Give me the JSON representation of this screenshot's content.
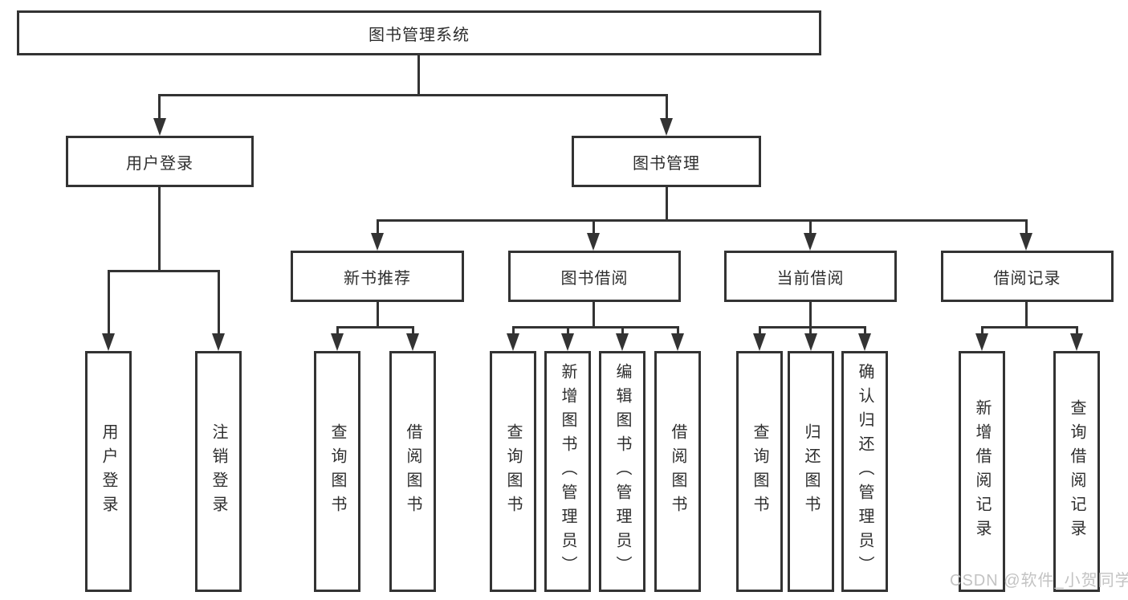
{
  "diagram": {
    "root": {
      "label": "图书管理系统"
    },
    "branches": [
      {
        "label": "用户登录",
        "children": [
          {
            "label": "用户登录"
          },
          {
            "label": "注销登录"
          }
        ]
      },
      {
        "label": "图书管理",
        "children": [
          {
            "label": "新书推荐",
            "children": [
              {
                "label": "查询图书"
              },
              {
                "label": "借阅图书"
              }
            ]
          },
          {
            "label": "图书借阅",
            "children": [
              {
                "label": "查询图书"
              },
              {
                "label": "新增图书（管理员）"
              },
              {
                "label": "编辑图书（管理员）"
              },
              {
                "label": "借阅图书"
              }
            ]
          },
          {
            "label": "当前借阅",
            "children": [
              {
                "label": "查询图书"
              },
              {
                "label": "归还图书"
              },
              {
                "label": "确认归还（管理员）"
              }
            ]
          },
          {
            "label": "借阅记录",
            "children": [
              {
                "label": "新增借阅记录"
              },
              {
                "label": "查询借阅记录"
              }
            ]
          }
        ]
      }
    ]
  },
  "watermark": {
    "text": "CSDN @软件_小贺同学"
  },
  "colors": {
    "line": "#333333",
    "text": "#2e2e2e",
    "watermark": "#c3c3c3",
    "background": "#ffffff"
  }
}
